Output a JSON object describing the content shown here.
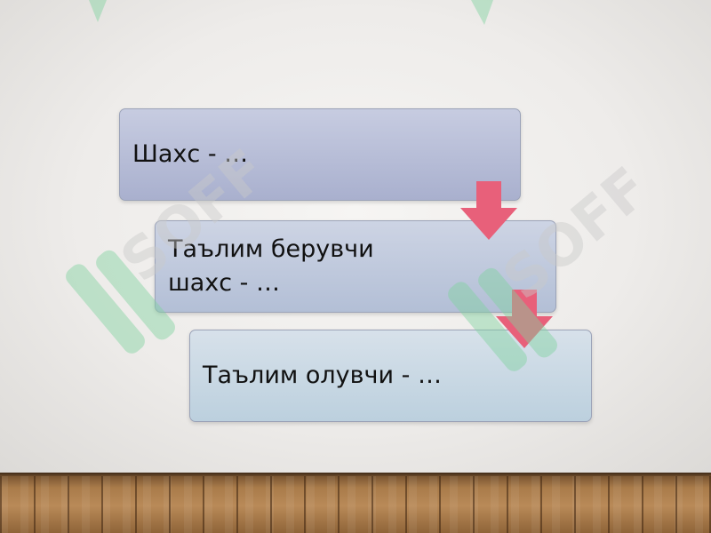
{
  "diagram": {
    "steps": [
      {
        "label": "Шахс - …"
      },
      {
        "label": "Таълим берувчи\nшахс - …"
      },
      {
        "label": "Таълим олувчи - …"
      }
    ],
    "arrow_color": "#e8607a"
  },
  "watermark": {
    "text": "SOFF",
    "color": "#7fd3a0"
  }
}
